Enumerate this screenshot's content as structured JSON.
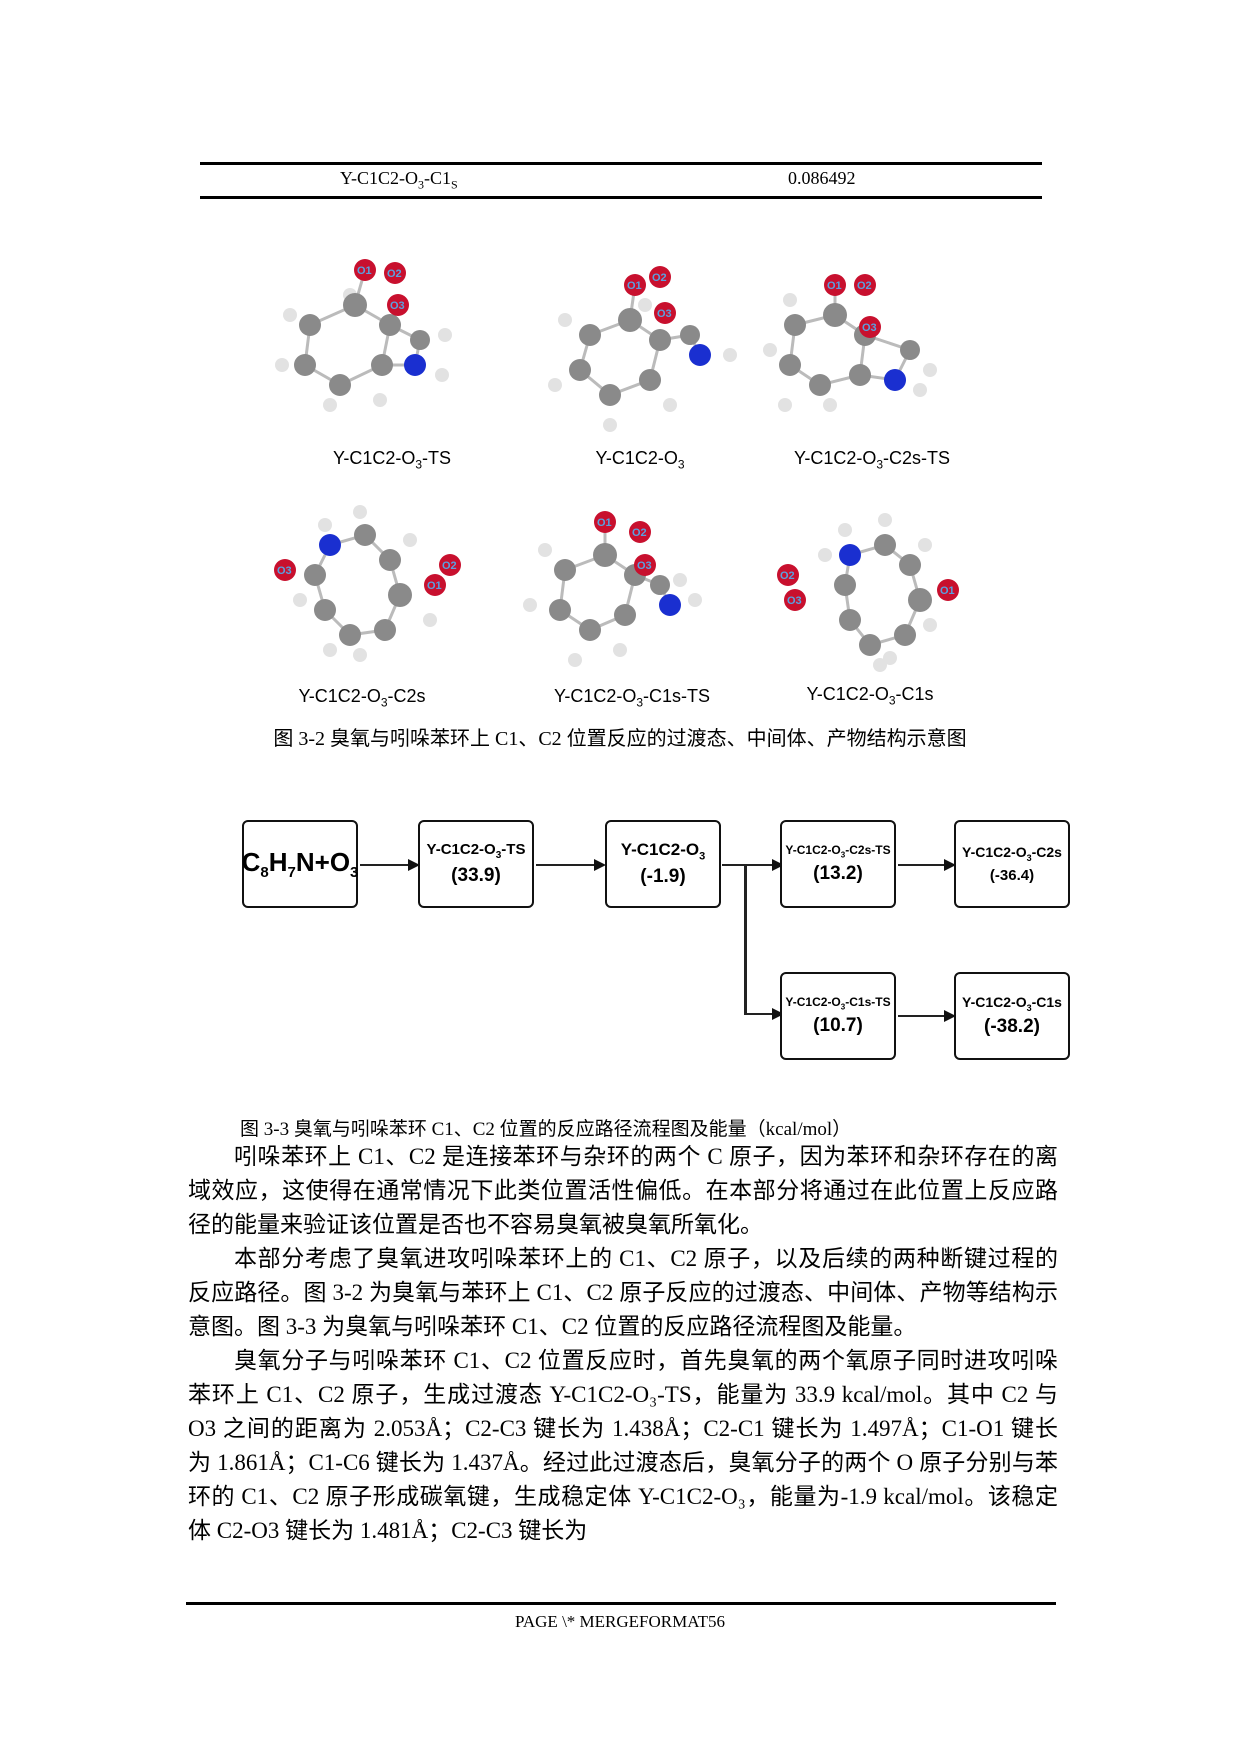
{
  "table": {
    "row": {
      "name": "Y-C1C2-O3-C1s",
      "name_main": "Y-C1C2-O",
      "name_sub": "3",
      "name_tail": "-C1",
      "name_sub2": "S",
      "value": "0.086492"
    }
  },
  "figure_3_2": {
    "caption": "图 3-2 臭氧与吲哚苯环上 C1、C2 位置反应的过渡态、中间体、产物结构示意图",
    "structures": [
      {
        "label_pre": "Y-C1C2-O",
        "label_sub": "3",
        "label_post": "-TS",
        "atoms": [
          "O1",
          "O2",
          "O3"
        ]
      },
      {
        "label_pre": "Y-C1C2-O",
        "label_sub": "3",
        "label_post": "",
        "atoms": [
          "O1",
          "O2",
          "O3"
        ]
      },
      {
        "label_pre": "Y-C1C2-O",
        "label_sub": "3",
        "label_post": "-C2s-TS",
        "atoms": [
          "O1",
          "O2",
          "O3"
        ]
      },
      {
        "label_pre": "Y-C1C2-O",
        "label_sub": "3",
        "label_post": "-C2s",
        "atoms": [
          "O3",
          "O2",
          "O1"
        ]
      },
      {
        "label_pre": "Y-C1C2-O",
        "label_sub": "3",
        "label_post": "-C1s-TS",
        "atoms": [
          "O1",
          "O2",
          "O3"
        ]
      },
      {
        "label_pre": "Y-C1C2-O",
        "label_sub": "3",
        "label_post": "-C1s",
        "atoms": [
          "O2",
          "O3",
          "O1"
        ]
      }
    ]
  },
  "figure_3_3": {
    "caption": "图 3-3 臭氧与吲哚苯环 C1、C2 位置的反应路径流程图及能量（kcal/mol）",
    "nodes": [
      {
        "id": "reactant",
        "name": "C8H7N+O3",
        "energy": ""
      },
      {
        "id": "ts1",
        "name_pre": "Y-C1C2-O",
        "name_sub": "3",
        "name_post": "-TS",
        "energy": "(33.9)"
      },
      {
        "id": "int1",
        "name_pre": "Y-C1C2-O",
        "name_sub": "3",
        "name_post": "",
        "energy": "(-1.9)"
      },
      {
        "id": "ts_c2s",
        "name_pre": "Y-C1C2-O",
        "name_sub": "3",
        "name_post": "-C2s-TS",
        "energy": "(13.2)"
      },
      {
        "id": "p_c2s",
        "name_pre": "Y-C1C2-O",
        "name_sub": "3",
        "name_post": "-C2s",
        "energy": "(-36.4)"
      },
      {
        "id": "ts_c1s",
        "name_pre": "Y-C1C2-O",
        "name_sub": "3",
        "name_post": "-C1s-TS",
        "energy": "(10.7)"
      },
      {
        "id": "p_c1s",
        "name_pre": "Y-C1C2-O",
        "name_sub": "3",
        "name_post": "-C1s",
        "energy": "(-38.2)"
      }
    ],
    "reactant_parts": {
      "c": "C",
      "c_sub": "8",
      "h": "H",
      "h_sub": "7",
      "n": "N+O",
      "o_sub": "3"
    }
  },
  "body": {
    "paragraphs": [
      "吲哚苯环上 C1、C2 是连接苯环与杂环的两个 C 原子，因为苯环和杂环存在的离域效应，这使得在通常情况下此类位置活性偏低。在本部分将通过在此位置上反应路径的能量来验证该位置是否也不容易臭氧被臭氧所氧化。",
      "本部分考虑了臭氧进攻吲哚苯环上的 C1、C2 原子，以及后续的两种断键过程的反应路径。图 3-2 为臭氧与苯环上 C1、C2 原子反应的过渡态、中间体、产物等结构示意图。图 3-3 为臭氧与吲哚苯环 C1、C2 位置的反应路径流程图及能量。",
      "臭氧分子与吲哚苯环 C1、C2 位置反应时，首先臭氧的两个氧原子同时进攻吲哚苯环上 C1、C2 原子，生成过渡态 Y-C1C2-O₃-TS，能量为 33.9 kcal/mol。其中 C2 与 O3 之间的距离为 2.053Å；C2-C3 键长为 1.438Å；C2-C1 键长为 1.497Å；C1-O1 键长为 1.861Å；C1-C6 键长为 1.437Å。经过此过渡态后，臭氧分子的两个 O 原子分别与苯环的 C1、C2 原子形成碳氧键，生成稳定体 Y-C1C2-O₃，能量为-1.9 kcal/mol。该稳定体 C2-O3 键长为 1.481Å；C2-C3 键长为"
    ]
  },
  "footer": {
    "text": "PAGE   \\* MERGEFORMAT56"
  },
  "colors": {
    "oxygen": "#c8102e",
    "nitrogen": "#1a2fd0",
    "carbon": "#8a8a8a",
    "hydrogen": "#e8e8e8",
    "atom_label": "#5aa0e0"
  }
}
